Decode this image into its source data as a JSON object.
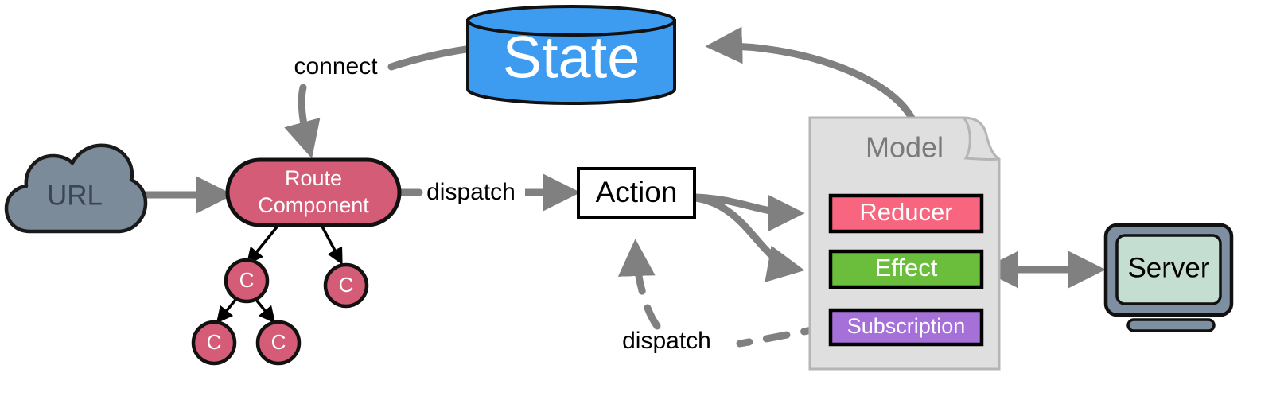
{
  "diagram": {
    "title": "Redux / Elm-style application architecture flow",
    "background": "#ffffff",
    "nodes": {
      "url": {
        "label": "URL",
        "shape": "cloud",
        "fill": "#7B8B9A",
        "stroke": "#1a1a1a",
        "text_color": "#3c4650"
      },
      "route_component": {
        "label_line1": "Route",
        "label_line2": "Component",
        "shape": "rounded-rect",
        "fill": "#D45C77",
        "stroke": "#111111",
        "text_color": "#ffffff"
      },
      "state": {
        "label": "State",
        "shape": "cylinder",
        "fill": "#3D9BF0",
        "stroke": "#111111",
        "text_color": "#ffffff"
      },
      "action": {
        "label": "Action",
        "shape": "rect",
        "fill": "#ffffff",
        "stroke": "#000000",
        "text_color": "#000000"
      },
      "model": {
        "label": "Model",
        "shape": "document",
        "fill": "#DFDFDF",
        "stroke": "#b5b5b5",
        "text_color": "#7a7a7a"
      },
      "reducer": {
        "label": "Reducer",
        "shape": "rect",
        "fill": "#F8657E",
        "stroke": "#000000",
        "text_color": "#ffffff"
      },
      "effect": {
        "label": "Effect",
        "shape": "rect",
        "fill": "#6BBE3C",
        "stroke": "#000000",
        "text_color": "#ffffff"
      },
      "subscription": {
        "label": "Subscription",
        "shape": "rect",
        "fill": "#A571D9",
        "stroke": "#000000",
        "text_color": "#ffffff"
      },
      "server": {
        "label": "Server",
        "shape": "monitor",
        "bezel_fill": "#7D8FA0",
        "screen_fill": "#C5DED2",
        "stroke": "#111111",
        "text_color": "#000000"
      },
      "child_components": [
        {
          "label": "C"
        },
        {
          "label": "C"
        },
        {
          "label": "C"
        },
        {
          "label": "C"
        }
      ],
      "child_style": {
        "fill": "#D45C77",
        "stroke": "#111111",
        "text_color": "#ffffff"
      }
    },
    "edges": {
      "url_to_route": {
        "label": "",
        "style": "solid",
        "color": "#808080"
      },
      "state_to_route": {
        "label": "connect",
        "style": "solid",
        "color": "#808080"
      },
      "route_to_action": {
        "label": "dispatch",
        "style": "solid",
        "color": "#808080"
      },
      "action_to_reducer": {
        "label": "",
        "style": "solid",
        "color": "#808080"
      },
      "action_to_effect": {
        "label": "",
        "style": "solid",
        "color": "#808080"
      },
      "reducer_to_state": {
        "label": "",
        "style": "solid",
        "color": "#808080"
      },
      "effect_to_server": {
        "label": "",
        "style": "solid-bidirectional",
        "color": "#808080"
      },
      "subscription_to_action": {
        "label": "dispatch",
        "style": "dashed",
        "color": "#808080"
      },
      "route_to_children": {
        "label": "",
        "style": "solid-thin",
        "color": "#000000"
      }
    }
  }
}
